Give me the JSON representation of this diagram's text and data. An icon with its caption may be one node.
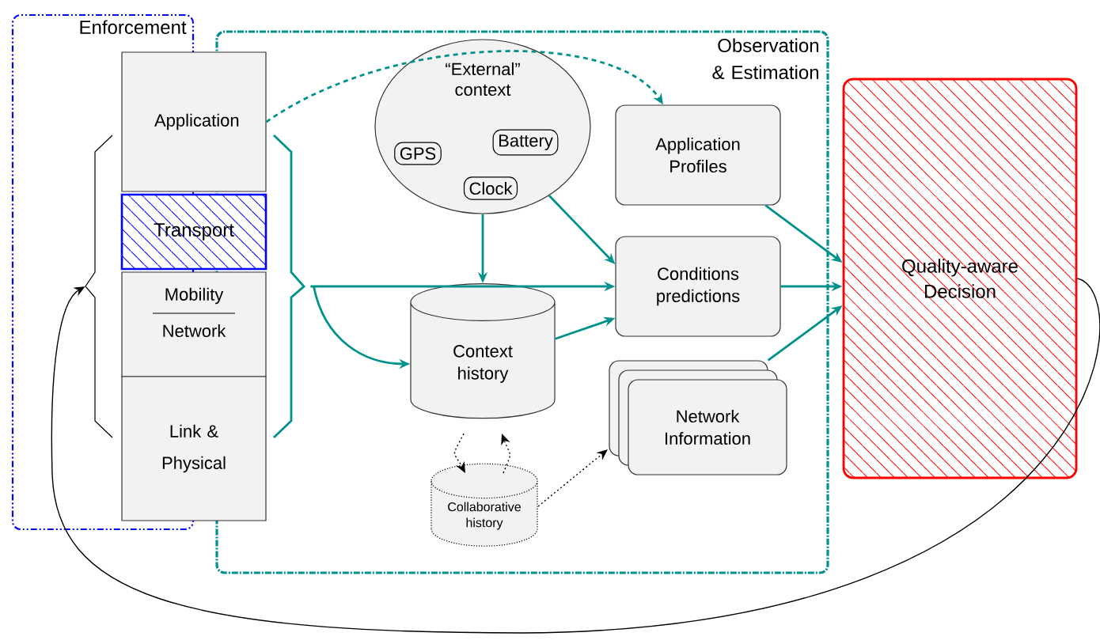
{
  "diagram": {
    "nodes": [
      {
        "text": [
          "Enforcement"
        ]
      },
      {
        "text": [
          "Observation & Estimation"
        ]
      },
      {
        "text": [
          "Application"
        ]
      },
      {
        "text": [
          "Transport"
        ]
      },
      {
        "text": [
          "Mobility",
          "Network"
        ]
      },
      {
        "text": [
          "Link & Physical"
        ]
      },
      {
        "text": [
          "“External” context"
        ],
        "in": 1
      },
      {
        "text": [
          "GPS"
        ],
        "in": 6
      },
      {
        "text": [
          "Battery"
        ],
        "in": 6
      },
      {
        "text": [
          "Clock"
        ],
        "in": 6
      },
      {
        "text": [
          "Application Profiles"
        ],
        "in": 1
      },
      {
        "text": [
          "Conditions predictions"
        ],
        "in": 1
      },
      {
        "text": [
          "Context history"
        ],
        "in": 1
      },
      {
        "text": [
          "Network Information"
        ],
        "in": 1
      },
      {
        "text": [
          "Collaborative history"
        ],
        "in": 1
      },
      {
        "text": [
          "Quality-aware Decision"
        ]
      },
      {
        "text": [],
        "shape": "bracket",
        "in": 0
      },
      {
        "text": [],
        "shape": "bracket",
        "in": 1
      }
    ],
    "edges": [
      {
        "from": 2,
        "to": 10,
        "arrow": "to",
        "style": "dashed"
      },
      {
        "from": 6,
        "to": 12,
        "arrow": "to"
      },
      {
        "from": 6,
        "to": 11,
        "arrow": "to"
      },
      {
        "from": 12,
        "to": 11,
        "arrow": "to"
      },
      {
        "from": 17,
        "to": 11,
        "arrow": "to"
      },
      {
        "from": 17,
        "to": 12,
        "arrow": "to"
      },
      {
        "from": 10,
        "to": 15,
        "arrow": "to"
      },
      {
        "from": 11,
        "to": 15,
        "arrow": "to"
      },
      {
        "from": 13,
        "to": 15,
        "arrow": "to"
      },
      {
        "from": 15,
        "to": 16,
        "arrow": "to",
        "color": "#000000"
      },
      {
        "from": 12,
        "to": 14,
        "arrow": "to",
        "style": "dashed",
        "color": "#000000"
      },
      {
        "from": 14,
        "to": 12,
        "arrow": "to",
        "style": "dashed",
        "color": "#000000"
      },
      {
        "from": 14,
        "to": 13,
        "arrow": "to",
        "style": "dashed",
        "color": "#000000"
      }
    ]
  }
}
